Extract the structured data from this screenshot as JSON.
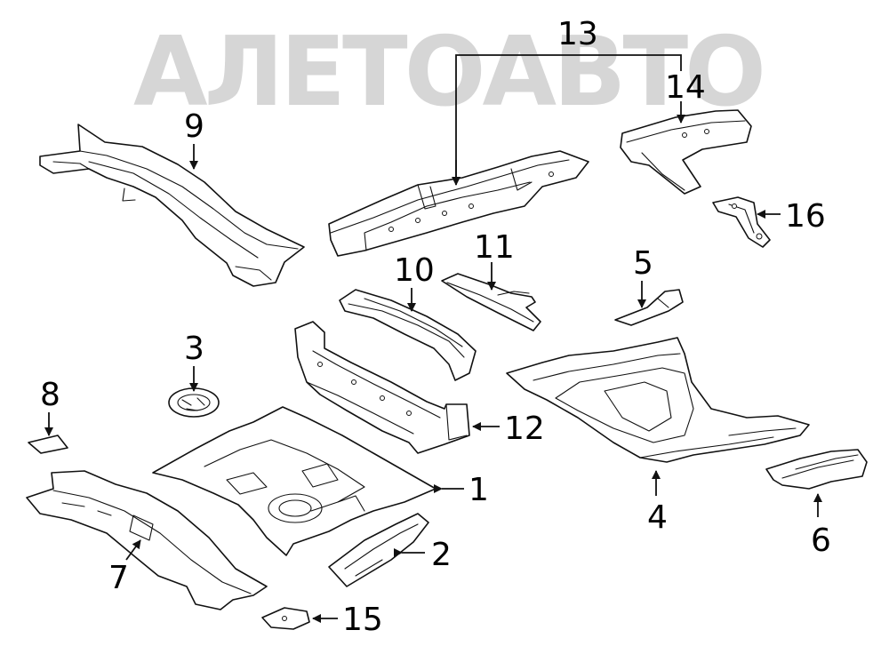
{
  "watermark": {
    "text": "АЛЕТОАВТО",
    "color": "#cfcfcf"
  },
  "callouts": [
    {
      "id": "1",
      "label": "1"
    },
    {
      "id": "2",
      "label": "2"
    },
    {
      "id": "3",
      "label": "3"
    },
    {
      "id": "4",
      "label": "4"
    },
    {
      "id": "5",
      "label": "5"
    },
    {
      "id": "6",
      "label": "6"
    },
    {
      "id": "7",
      "label": "7"
    },
    {
      "id": "8",
      "label": "8"
    },
    {
      "id": "9",
      "label": "9"
    },
    {
      "id": "10",
      "label": "10"
    },
    {
      "id": "11",
      "label": "11"
    },
    {
      "id": "12",
      "label": "12"
    },
    {
      "id": "13",
      "label": "13"
    },
    {
      "id": "14",
      "label": "14"
    },
    {
      "id": "15",
      "label": "15"
    },
    {
      "id": "16",
      "label": "16"
    }
  ],
  "colors": {
    "line": "#111111",
    "background": "#ffffff"
  }
}
